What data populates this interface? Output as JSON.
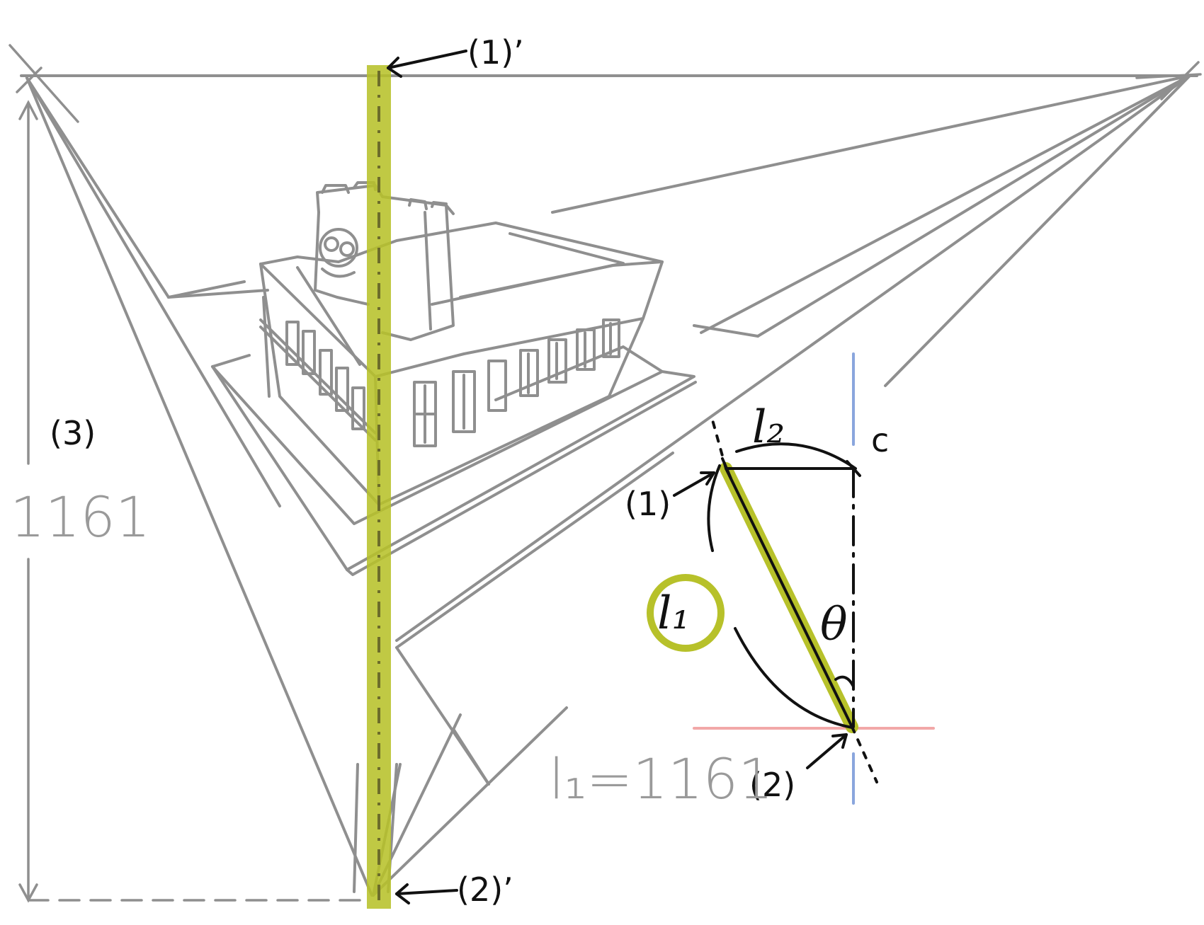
{
  "labels": {
    "p1_prime": "(1)’",
    "p2_prime": "(2)’",
    "p3": "(3)",
    "height_value": "1161",
    "l2": "l₂",
    "c": "c",
    "p1": "(1)",
    "l1": "l₁",
    "theta": "θ",
    "p2": "(2)",
    "l1_equation": "l₁=1161"
  },
  "colors": {
    "construction": "#8f8f8f",
    "highlight": "#b7c12a",
    "ink": "#111111",
    "vertical_guide": "#8aa6dd",
    "horizontal_guide": "#f2a8a8"
  },
  "icons": {
    "building": "castle-building-sketch"
  }
}
